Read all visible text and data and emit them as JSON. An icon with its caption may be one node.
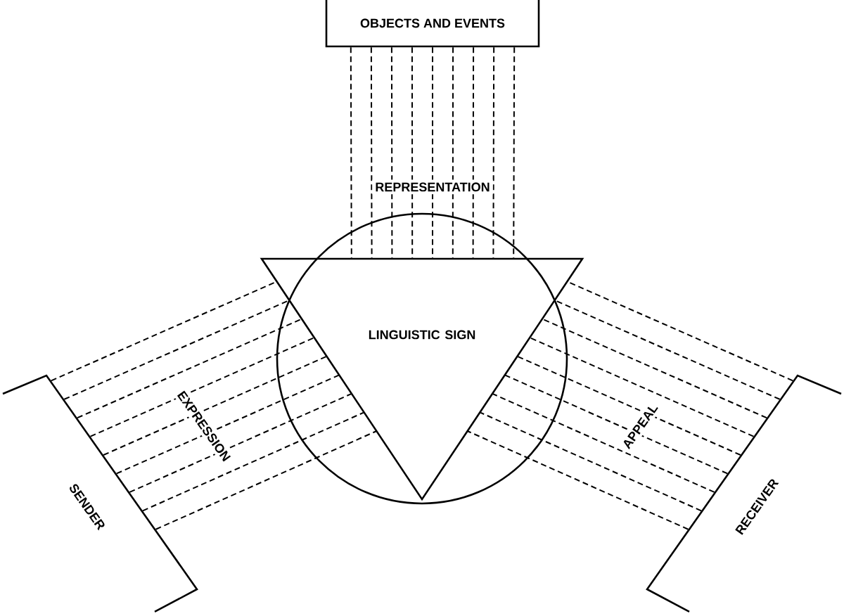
{
  "diagram": {
    "nodes": [
      {
        "text": [
          "OBJECTS AND EVENTS"
        ]
      },
      {
        "text": [
          "LINGUISTIC SIGN"
        ]
      },
      {
        "text": [
          "SENDER"
        ]
      },
      {
        "text": [
          "RECEIVER"
        ]
      }
    ],
    "edges": [
      {
        "from": 0,
        "to": 1,
        "arrow": "none",
        "style": "dashed"
      },
      {
        "from": 0,
        "to": 1,
        "arrow": "none",
        "style": "dashed"
      },
      {
        "from": 0,
        "to": 1,
        "arrow": "none",
        "style": "dashed"
      },
      {
        "from": 0,
        "to": 1,
        "arrow": "none",
        "style": "dashed"
      },
      {
        "from": 0,
        "to": 1,
        "arrow": "none",
        "style": "dashed",
        "label": "REPRESENTATION"
      },
      {
        "from": 0,
        "to": 1,
        "arrow": "none",
        "style": "dashed"
      },
      {
        "from": 0,
        "to": 1,
        "arrow": "none",
        "style": "dashed"
      },
      {
        "from": 0,
        "to": 1,
        "arrow": "none",
        "style": "dashed"
      },
      {
        "from": 0,
        "to": 1,
        "arrow": "none",
        "style": "dashed"
      },
      {
        "from": 2,
        "to": 1,
        "arrow": "none",
        "style": "dashed"
      },
      {
        "from": 2,
        "to": 1,
        "arrow": "none",
        "style": "dashed"
      },
      {
        "from": 2,
        "to": 1,
        "arrow": "none",
        "style": "dashed"
      },
      {
        "from": 2,
        "to": 1,
        "arrow": "none",
        "style": "dashed"
      },
      {
        "from": 2,
        "to": 1,
        "arrow": "none",
        "style": "dashed",
        "label": "EXPRESSION"
      },
      {
        "from": 2,
        "to": 1,
        "arrow": "none",
        "style": "dashed"
      },
      {
        "from": 2,
        "to": 1,
        "arrow": "none",
        "style": "dashed"
      },
      {
        "from": 2,
        "to": 1,
        "arrow": "none",
        "style": "dashed"
      },
      {
        "from": 2,
        "to": 1,
        "arrow": "none",
        "style": "dashed"
      },
      {
        "from": 3,
        "to": 1,
        "arrow": "none",
        "style": "dashed"
      },
      {
        "from": 3,
        "to": 1,
        "arrow": "none",
        "style": "dashed"
      },
      {
        "from": 3,
        "to": 1,
        "arrow": "none",
        "style": "dashed"
      },
      {
        "from": 3,
        "to": 1,
        "arrow": "none",
        "style": "dashed"
      },
      {
        "from": 3,
        "to": 1,
        "arrow": "none",
        "style": "dashed",
        "label": "APPEAL"
      },
      {
        "from": 3,
        "to": 1,
        "arrow": "none",
        "style": "dashed"
      },
      {
        "from": 3,
        "to": 1,
        "arrow": "none",
        "style": "dashed"
      },
      {
        "from": 3,
        "to": 1,
        "arrow": "none",
        "style": "dashed"
      },
      {
        "from": 3,
        "to": 1,
        "arrow": "none",
        "style": "dashed"
      }
    ]
  }
}
